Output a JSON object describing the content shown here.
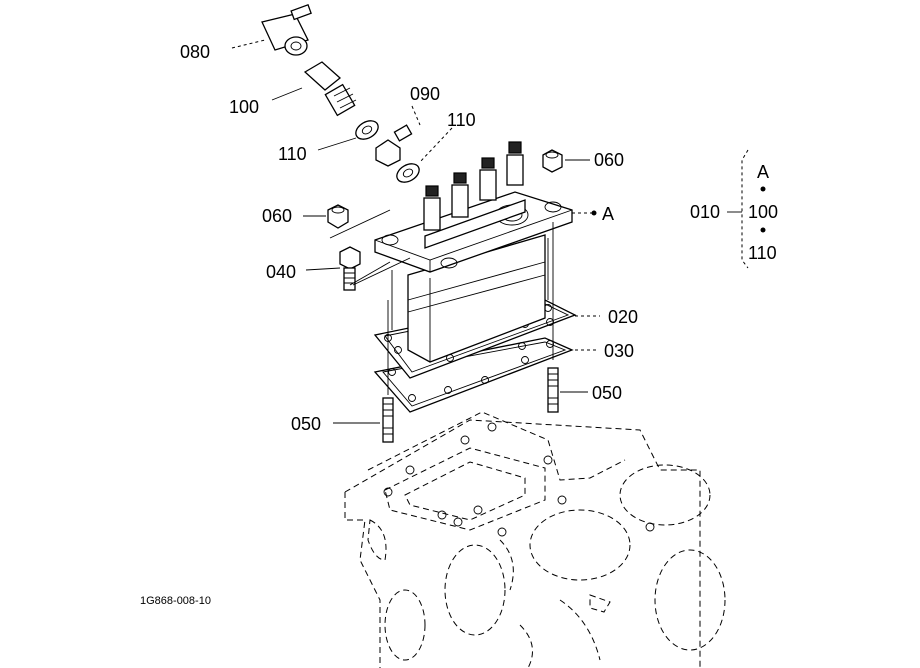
{
  "drawing_code": "1G868-008-10",
  "callouts": {
    "c080": "080",
    "c100": "100",
    "c090": "090",
    "c110_top": "110",
    "c110_left": "110",
    "c060_right": "060",
    "c060_left": "060",
    "cA": "A",
    "c040": "040",
    "c020": "020",
    "c030": "030",
    "c050_right": "050",
    "c050_left": "050"
  },
  "legend": {
    "group": "010",
    "items": [
      "A",
      "100",
      "110"
    ]
  }
}
